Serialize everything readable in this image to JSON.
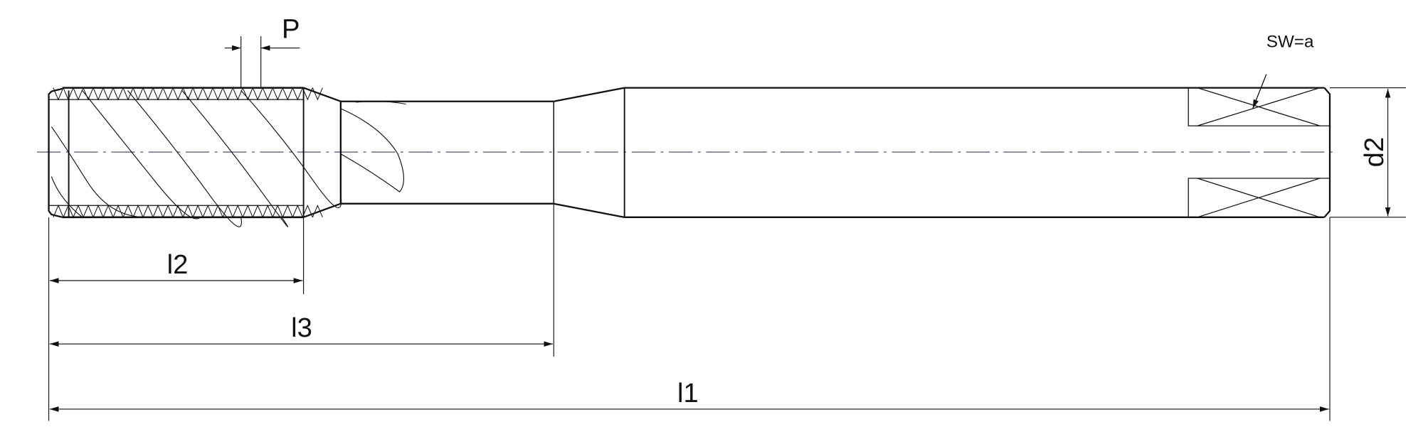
{
  "labels": {
    "pitch": "P",
    "wrench_size": "SW=a",
    "shank_diameter": "d2",
    "thread_length": "l2",
    "neck_length": "l3",
    "overall_length": "l1"
  },
  "colors": {
    "line": "#111111",
    "centerline": "#5a5f8a"
  }
}
